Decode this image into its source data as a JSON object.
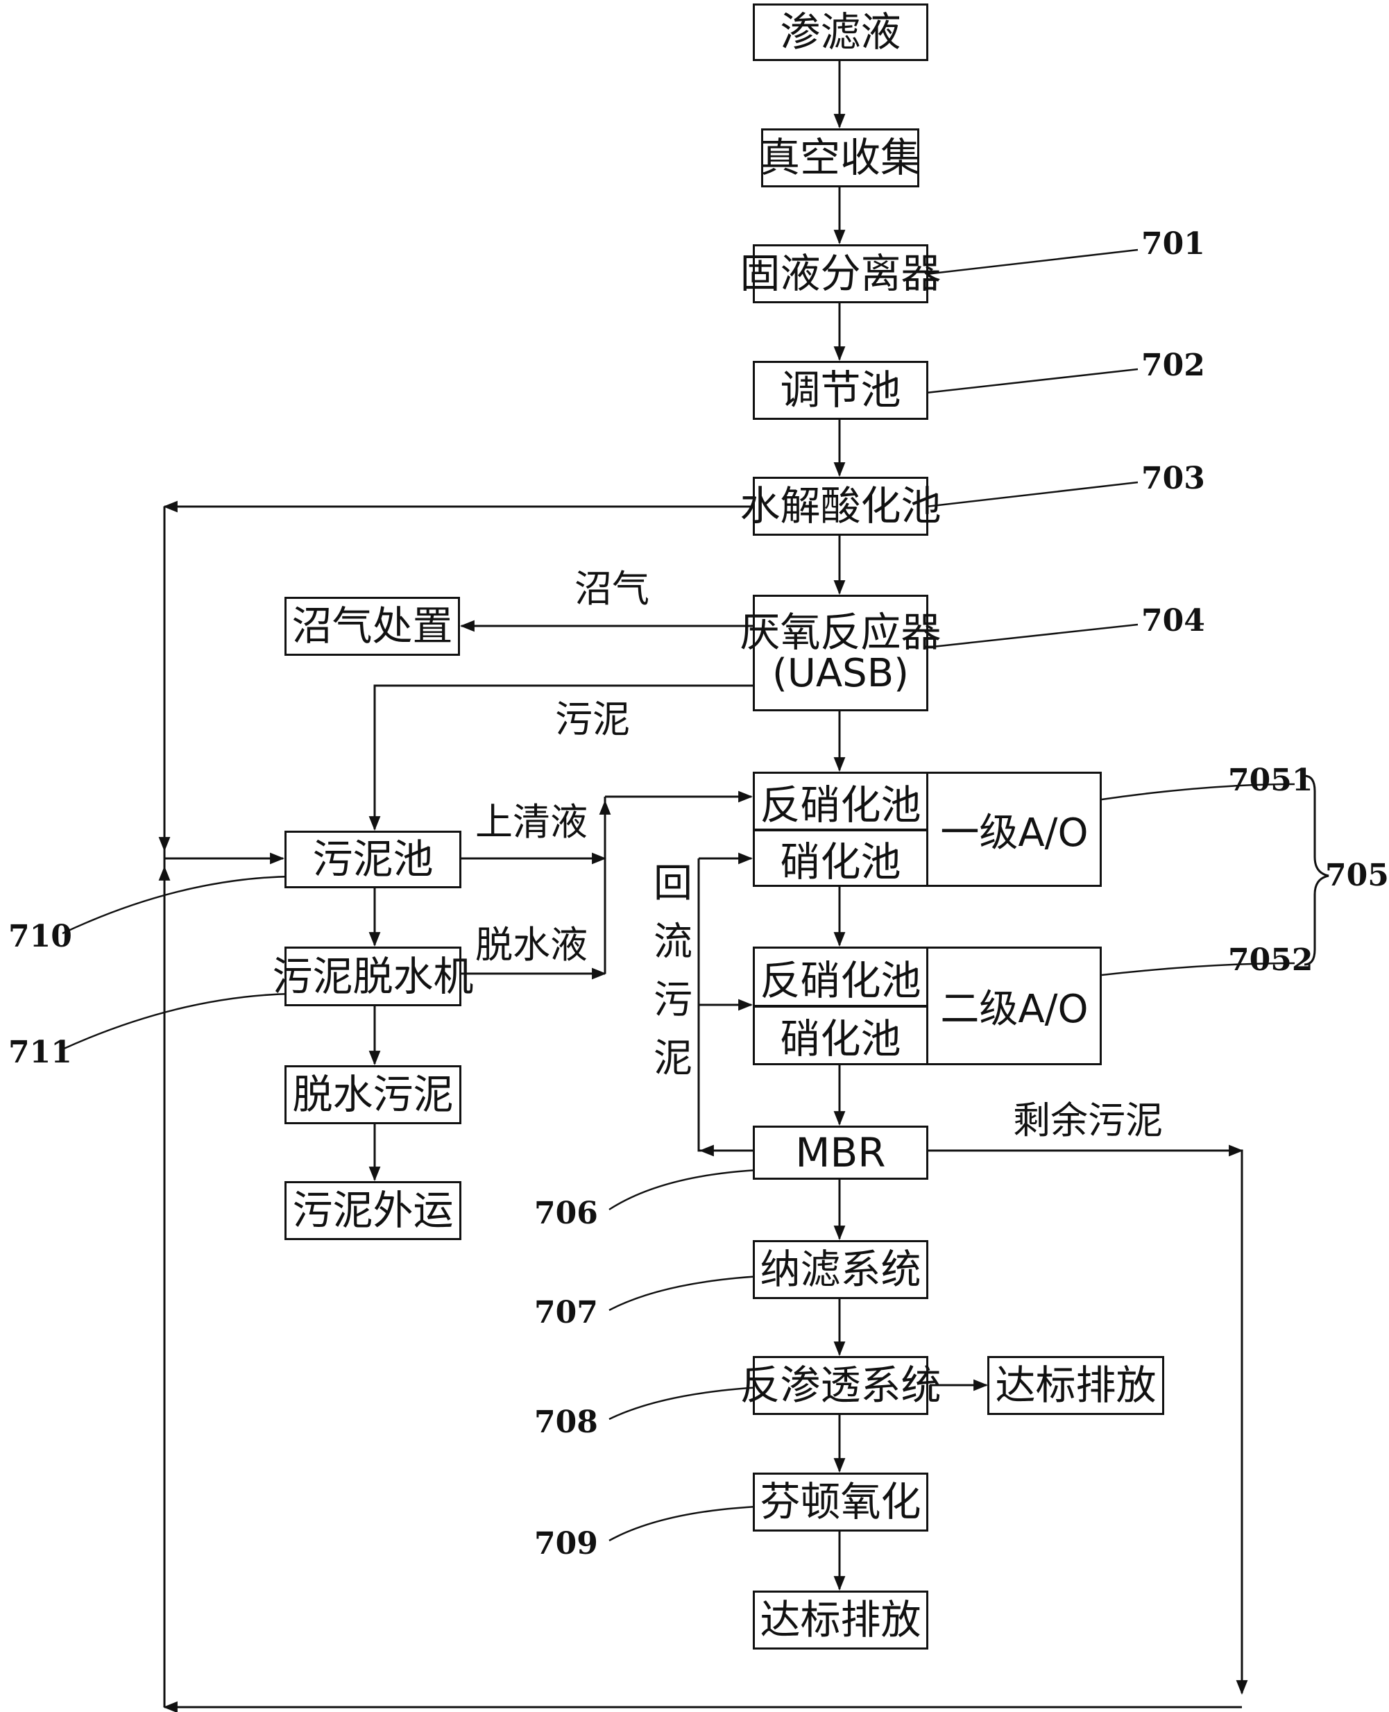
{
  "boxes": {
    "leachate": "渗滤液",
    "vacuum": "真空收集",
    "separator": "固液分离器",
    "regulating": "调节池",
    "hydrolysis": "水解酸化池",
    "uasb_line1": "厌氧反应器",
    "uasb_line2": "(UASB)",
    "biogas_disposal": "沼气处置",
    "denitrification1": "反硝化池",
    "nitrification1": "硝化池",
    "ao1": "一级A/O",
    "denitrification2": "反硝化池",
    "nitrification2": "硝化池",
    "ao2": "二级A/O",
    "mbr": "MBR",
    "nanofiltration": "纳滤系统",
    "reverse_osmosis": "反渗透系统",
    "discharge_side": "达标排放",
    "fenton": "芬顿氧化",
    "discharge_final": "达标排放",
    "sludge_tank": "污泥池",
    "dewatering_machine": "污泥脱水机",
    "dewatered_sludge": "脱水污泥",
    "sludge_transport": "污泥外运"
  },
  "flow_labels": {
    "biogas": "沼气",
    "sludge": "污泥",
    "supernatant": "上清液",
    "dewatering_liquid": "脱水液",
    "excess_sludge": "剩余污泥",
    "return_sludge": [
      "回",
      "流",
      "污",
      "泥"
    ]
  },
  "ref_numbers": {
    "n701": "701",
    "n702": "702",
    "n703": "703",
    "n704": "704",
    "n7051": "7051",
    "n7052": "7052",
    "n705": "705",
    "n706": "706",
    "n707": "707",
    "n708": "708",
    "n709": "709",
    "n710": "710",
    "n711": "711"
  }
}
